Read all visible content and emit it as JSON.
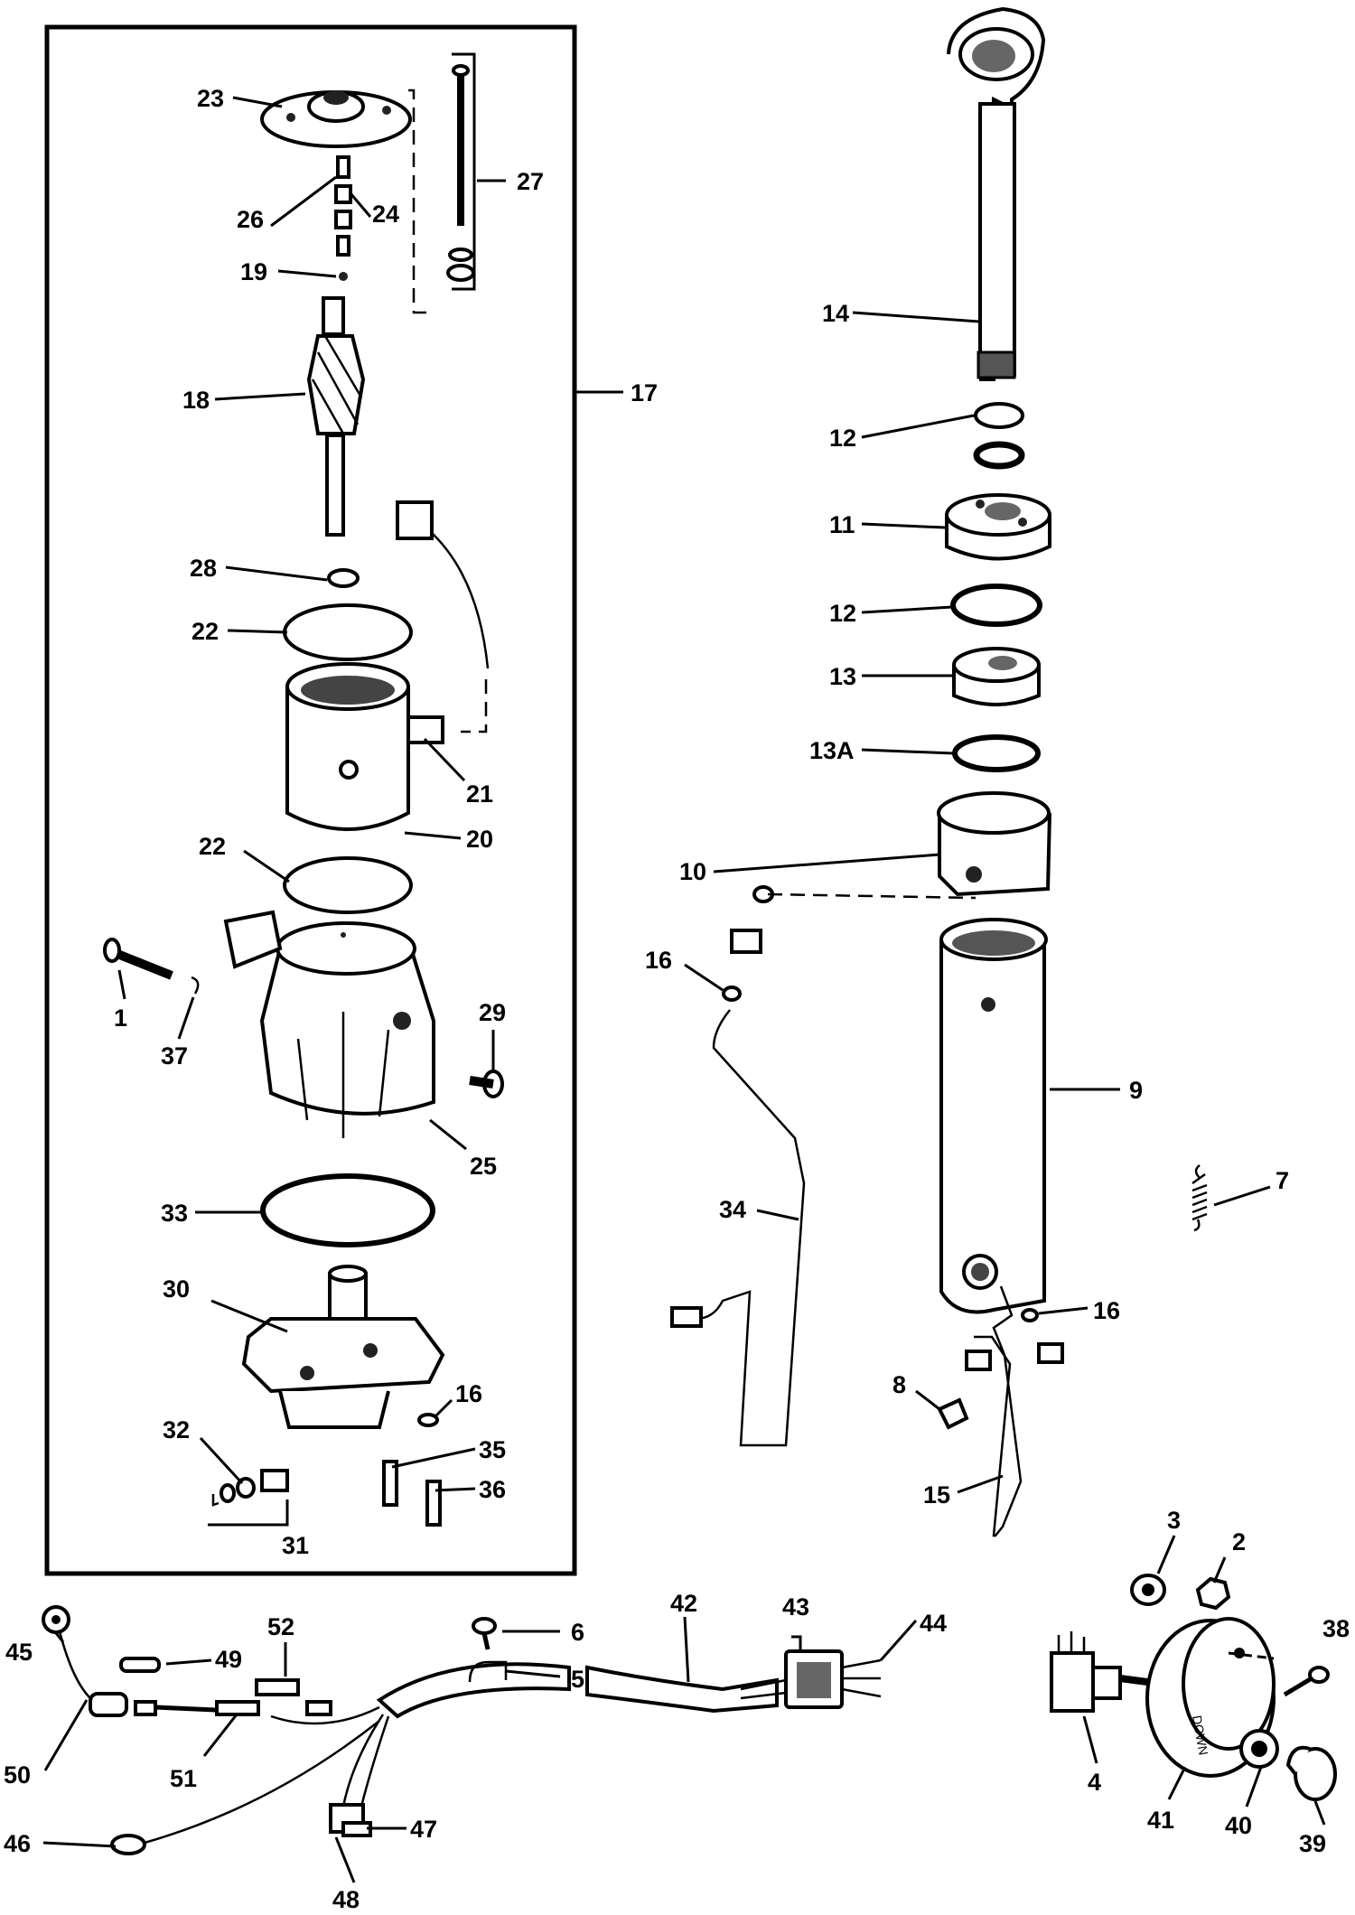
{
  "labels": {
    "l1": "1",
    "l2": "2",
    "l3": "3",
    "l4": "4",
    "l5": "5",
    "l6": "6",
    "l7": "7",
    "l8": "8",
    "l9": "9",
    "l10": "10",
    "l11": "11",
    "l12a": "12",
    "l12b": "12",
    "l13": "13",
    "l13A": "13A",
    "l14": "14",
    "l15": "15",
    "l16a": "16",
    "l16b": "16",
    "l16c": "16",
    "l17": "17",
    "l18": "18",
    "l19": "19",
    "l20": "20",
    "l21": "21",
    "l22a": "22",
    "l22b": "22",
    "l23": "23",
    "l24": "24",
    "l25": "25",
    "l26": "26",
    "l27": "27",
    "l28": "28",
    "l29": "29",
    "l30": "30",
    "l31": "31",
    "l32": "32",
    "l33": "33",
    "l34": "34",
    "l35": "35",
    "l36": "36",
    "l37": "37",
    "l38": "38",
    "l39": "39",
    "l40": "40",
    "l41": "41",
    "l42": "42",
    "l43": "43",
    "l44": "44",
    "l45": "45",
    "l46": "46",
    "l47": "47",
    "l48": "48",
    "l49": "49",
    "l50": "50",
    "l51": "51",
    "l52": "52"
  },
  "switch_plate_text": "DOWN",
  "colors": {
    "ink": "#000000",
    "paper": "#ffffff"
  }
}
